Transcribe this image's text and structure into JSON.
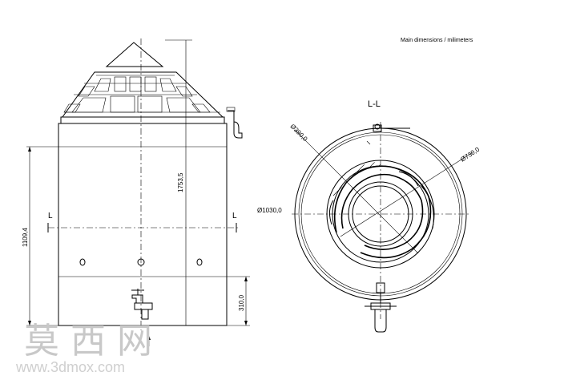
{
  "header": {
    "note": "Main dimensions / milimeters"
  },
  "section": {
    "label": "L-L"
  },
  "cut": {
    "left": "L",
    "right": "L"
  },
  "dimensions": {
    "total_height": "1753,5",
    "body_height": "1109,4",
    "base_height": "310,0",
    "outer_diameter": "Ø1030,0",
    "inner_diameter": "Ø730,0",
    "core_diameter": "Ø390,0"
  },
  "watermark": {
    "chinese": "莫 西 网",
    "url": "www.3dmox.com"
  },
  "colors": {
    "line": "#000000",
    "watermark": "#c8c8c8"
  }
}
